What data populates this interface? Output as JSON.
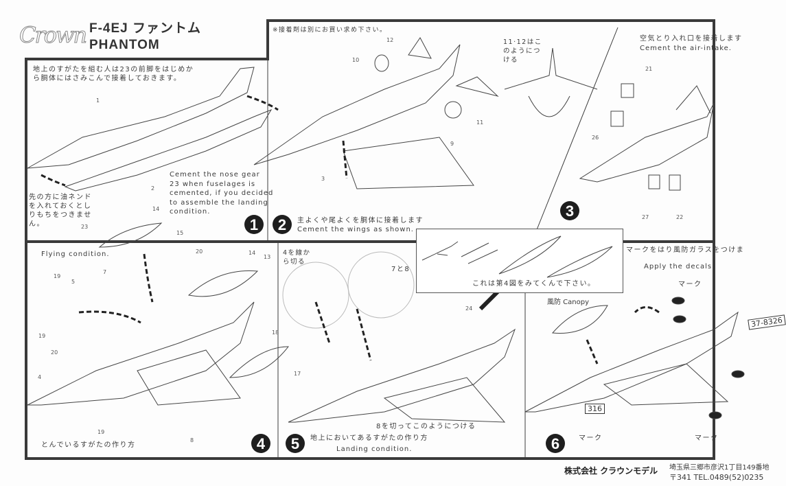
{
  "header": {
    "brand_logo": "Crown",
    "title_jp": "F-4EJ ファントム",
    "title_en": "PHANTOM"
  },
  "notes": {
    "glue_note": "※接着剤は別にお買い求め下さい。",
    "tail_note": "11·12はこのようにつける",
    "inset_note": "これは第4図をみてくんで下さい。"
  },
  "steps": [
    {
      "number": "1",
      "text_jp": "地上のすがたを組む人は23の前脚をはじめから胴体にはさみこんで接着しておきます。",
      "text_jp_line1": "地上のすがたを組む人は23の前脚をはじめか",
      "text_jp_line2": "ら胴体にはさみこんで接着しておきます。",
      "text_en_lines": [
        "Cement the nose gear",
        "23 when fuselages is",
        "cemented, if you decided",
        "to assemble the landing",
        "condition."
      ],
      "side_note_lines": [
        "先の方に油ネンド",
        "を入れておくとし",
        "りもちをつきませ",
        "ん。"
      ]
    },
    {
      "number": "2",
      "text_jp": "主よくや尾よくを胴体に接着します",
      "text_en": "Cement the wings as shown."
    },
    {
      "number": "3",
      "text_jp": "空気とり入れ口を接着します",
      "text_en": "Cement the air-intake."
    },
    {
      "number": "4",
      "text_jp": "とんでいるすがたの作り方",
      "text_en": "Flying condition."
    },
    {
      "number": "5",
      "text_jp": "地上においてあるすがたの作り方",
      "text_en": "Landing condition.",
      "cut_note_lines": [
        "4を線か",
        "ら切る"
      ],
      "part_note": "7と8",
      "cut8_note": "8を切ってこのようにつける"
    },
    {
      "number": "6",
      "text_jp": "マークをはり風防ガラスをつけま",
      "text_en": "Apply the decals.",
      "canopy_label": "風防 Canopy",
      "mark_label": "マーク",
      "decal_tail": "37-8326",
      "decal_nose": "316"
    }
  ],
  "part_numbers": {
    "p1": [
      "1",
      "2",
      "23",
      "14",
      "15"
    ],
    "p2": [
      "12",
      "10",
      "9",
      "11",
      "3"
    ],
    "p3": [
      "21",
      "26",
      "27",
      "22"
    ],
    "p4": [
      "20",
      "14",
      "13",
      "19",
      "5",
      "7",
      "19",
      "20",
      "4",
      "18",
      "19",
      "8"
    ],
    "p5": [
      "24",
      "17"
    ]
  },
  "footer": {
    "company": "株式会社 クラウンモデル",
    "address": "埼玉県三郷市彦沢1丁目149番地",
    "postal_tel": "〒341 TEL.0489(52)0235"
  }
}
